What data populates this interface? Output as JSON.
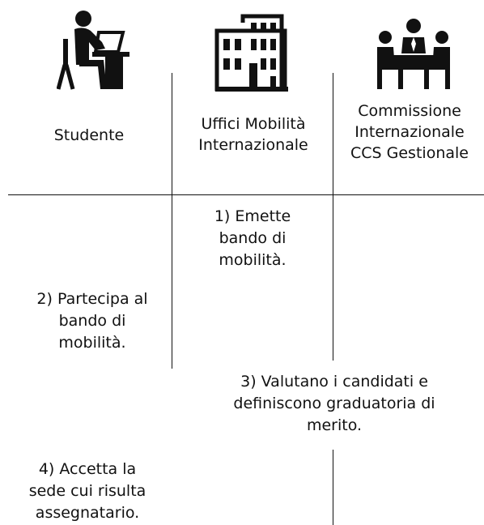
{
  "columns": [
    {
      "title": "Studente",
      "icon": "student-at-laptop-icon"
    },
    {
      "title": "Uffici Mobilità\nInternazionale",
      "icon": "office-building-icon"
    },
    {
      "title": "Commissione\nInternazionale\nCCS Gestionale",
      "icon": "committee-meeting-icon"
    }
  ],
  "steps": [
    {
      "text": "1) Emette\nbando di\nmobilità."
    },
    {
      "text": "2) Partecipa al\nbando di\nmobilità."
    },
    {
      "text": "3) Valutano i candidati e\ndefiniscono graduatoria di\nmerito."
    },
    {
      "text": "4) Accetta la\nsede cui risulta\nassegnatario."
    }
  ]
}
